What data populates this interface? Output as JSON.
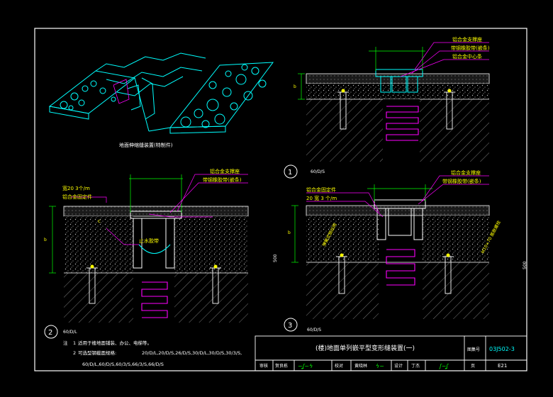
{
  "colors": {
    "background": "#000000",
    "frame": "#ffffff",
    "structure": "#00ffff",
    "leader": "#ff00ff",
    "label": "#ffff00",
    "dimension": "#00ff00",
    "concrete": "#b0b0b0",
    "signature": "#00ff00"
  },
  "detail_1": {
    "number": "1",
    "scale": "60/D/S",
    "labels": [
      "铝合金支撑座",
      "带钢橡胶带(嵌条)",
      "铝合金中心条"
    ]
  },
  "detail_2": {
    "number": "2",
    "scale": "60/D/L",
    "labels": [
      "铝合金支撑座",
      "带钢橡胶带(嵌条)",
      "宽20 3个/m",
      "铝合金固定件",
      "止水胶带",
      "c"
    ]
  },
  "detail_3": {
    "number": "3",
    "scale": "60/D/S",
    "labels": [
      "铝合金支撑座",
      "带钢橡胶带(嵌条)",
      "铝合金固定件",
      "20 宽 3 个/m",
      "弹簧式钢丝网",
      "M10×70 膨胀螺栓"
    ],
    "side_left": "500",
    "side_right": "500"
  },
  "iso_caption": "地面伸缩缝装置(特制件)",
  "notes": {
    "heading": "注",
    "line1_num": "1",
    "line1": "适用于楼地面铺装、办公、电梯等。",
    "line2_num": "2",
    "line2": "可选型钢截面规格:",
    "line3": "20/D/L,20/D/S,26/D/S,30/D/L,30/D/S,30/3/S,",
    "line4": "60/D/L,60/D/S,60/3/S,66/3/S,66/D/S"
  },
  "title_block": {
    "title": "(楼)地面单列嵌平型变形缝装置(一)",
    "atlas_label": "图集号",
    "atlas_no": "03J502-3",
    "review_label": "审核",
    "reviewer": "贺良栋",
    "check_label": "校对",
    "checker": "黄晓林",
    "design_label": "设计",
    "designer": "丁杰",
    "page_label": "页",
    "page_no": "E21"
  }
}
